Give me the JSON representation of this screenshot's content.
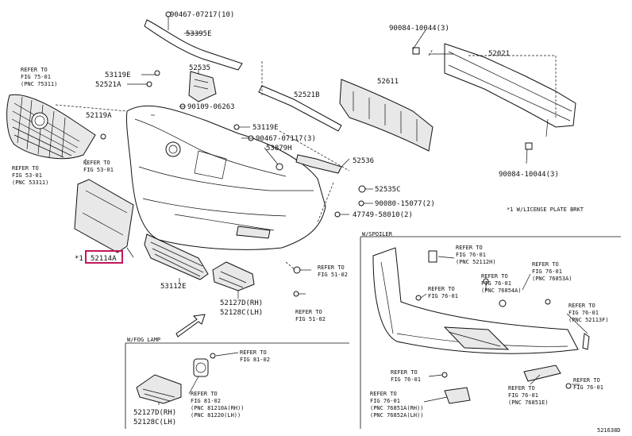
{
  "figure": {
    "parts": [
      {
        "id": "p_90467_07217_10",
        "text": "90467-07217(10)"
      },
      {
        "id": "p_53395E",
        "text": "53395E"
      },
      {
        "id": "p_90084_10044_3a",
        "text": "90084-10044(3)"
      },
      {
        "id": "p_52021",
        "text": "52021"
      },
      {
        "id": "p_52535",
        "text": "52535"
      },
      {
        "id": "p_53119E_a",
        "text": "53119E"
      },
      {
        "id": "p_52521A",
        "text": "52521A"
      },
      {
        "id": "p_52611",
        "text": "52611"
      },
      {
        "id": "p_52521B",
        "text": "52521B"
      },
      {
        "id": "p_90109_06263",
        "text": "90109-06263"
      },
      {
        "id": "p_52119A",
        "text": "52119A"
      },
      {
        "id": "p_53119E_b",
        "text": "53119E"
      },
      {
        "id": "p_90467_07117_3",
        "text": "90467-07117(3)"
      },
      {
        "id": "p_53879H",
        "text": "53879H"
      },
      {
        "id": "p_52536",
        "text": "52536"
      },
      {
        "id": "p_90084_10044_3b",
        "text": "90084-10044(3)"
      },
      {
        "id": "p_52535C",
        "text": "52535C"
      },
      {
        "id": "p_90080_15077_2",
        "text": "90080-15077(2)"
      },
      {
        "id": "p_47749_58010_2",
        "text": "47749-58010(2)"
      },
      {
        "id": "p_52114A",
        "text": "52114A"
      },
      {
        "id": "p_53112E",
        "text": "53112E"
      },
      {
        "id": "p_52127D_RH",
        "text": "52127D(RH)"
      },
      {
        "id": "p_52128C_LH",
        "text": "52128C(LH)"
      },
      {
        "id": "p_52127D_RH_fog",
        "text": "52127D(RH)"
      },
      {
        "id": "p_52128C_LH_fog",
        "text": "52128C(LH)"
      }
    ],
    "refs": [
      {
        "id": "r1",
        "lines": [
          "REFER TO",
          "FIG 75-01",
          "(PNC 75311)"
        ]
      },
      {
        "id": "r2",
        "lines": [
          "REFER TO",
          "FIG 53-01",
          "(PNC 53311)"
        ]
      },
      {
        "id": "r3",
        "lines": [
          "REFER TO",
          "FIG 53-01"
        ]
      },
      {
        "id": "r4",
        "lines": [
          "REFER TO",
          "FIG 51-02"
        ]
      },
      {
        "id": "r5",
        "lines": [
          "REFER TO",
          "FIG 51-02"
        ]
      }
    ],
    "note": "*1 W/LICENSE PLATE BRKT",
    "star_mark": "*1",
    "corner_code": "521638D",
    "spoiler_box": {
      "title": "W/SPOILER",
      "refs": [
        {
          "id": "s1",
          "lines": [
            "REFER TO",
            "FIG 76-01",
            "(PNC 52112H)"
          ]
        },
        {
          "id": "s2",
          "lines": [
            "REFER TO",
            "FIG 76-01"
          ]
        },
        {
          "id": "s3",
          "lines": [
            "REFER TO",
            "FIG 76-01",
            "(PNC 76854A)"
          ]
        },
        {
          "id": "s4",
          "lines": [
            "REFER TO",
            "FIG 76-01",
            "(PNC 76853A)"
          ]
        },
        {
          "id": "s5",
          "lines": [
            "REFER TO",
            "FIG 76-01",
            "(PNC 52113F)"
          ]
        },
        {
          "id": "s6",
          "lines": [
            "REFER TO",
            "FIG 76-01"
          ]
        },
        {
          "id": "s7",
          "lines": [
            "REFER TO",
            "FIG 76-01",
            "(PNC 76851A(RH))",
            "(PNC 76852A(LH))"
          ]
        },
        {
          "id": "s8",
          "lines": [
            "REFER TO",
            "FIG 76-01",
            "(PNC 76851E)"
          ]
        },
        {
          "id": "s9",
          "lines": [
            "REFER TO",
            "FIG 76-01"
          ]
        }
      ]
    },
    "fog_box": {
      "title": "W/FOG LAMP",
      "refs": [
        {
          "id": "f1",
          "lines": [
            "REFER TO",
            "FIG 81-02"
          ]
        },
        {
          "id": "f2",
          "lines": [
            "REFER TO",
            "FIG 81-02",
            "(PNC 81210A(RH))",
            "(PNC 81220(LH))"
          ]
        }
      ]
    }
  }
}
